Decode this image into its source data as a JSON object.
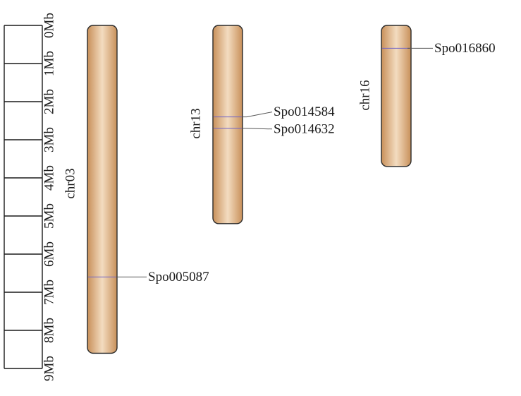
{
  "scale": {
    "unit": "Mb",
    "min": 0,
    "max": 9,
    "step": 1,
    "tick_labels": [
      "0Mb",
      "1Mb",
      "2Mb",
      "3Mb",
      "4Mb",
      "5Mb",
      "6Mb",
      "7Mb",
      "8Mb",
      "9Mb"
    ]
  },
  "colors": {
    "chromosome_edge": "#c8905a",
    "chromosome_center": "#f3dcc0",
    "outline": "#2a2a2a",
    "gene_marker": "#6f63c7",
    "leader_line": "#555555"
  },
  "chromosomes": [
    {
      "name": "chr03",
      "length_mb": 8.6,
      "genes": [
        {
          "id": "Spo005087",
          "position_mb": 6.6
        }
      ]
    },
    {
      "name": "chr13",
      "length_mb": 5.2,
      "genes": [
        {
          "id": "Spo014584",
          "position_mb": 2.4
        },
        {
          "id": "Spo014632",
          "position_mb": 2.7
        }
      ]
    },
    {
      "name": "chr16",
      "length_mb": 3.7,
      "genes": [
        {
          "id": "Spo016860",
          "position_mb": 0.6
        }
      ]
    }
  ]
}
